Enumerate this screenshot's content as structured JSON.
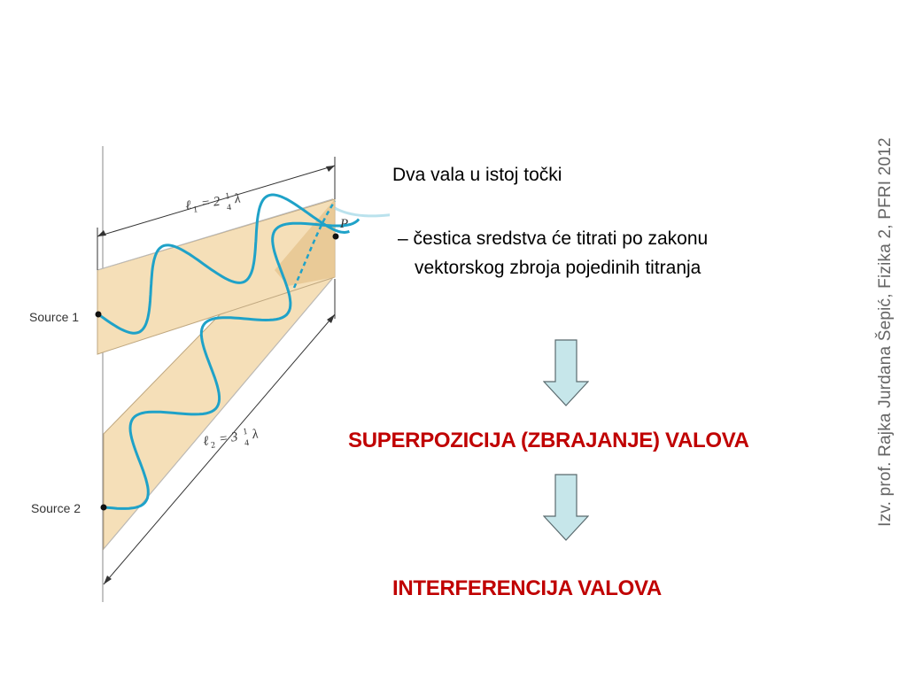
{
  "figure": {
    "l1_label": "ℓ",
    "l1_sub": "1",
    "l1_eq": "= 2",
    "l1_frac_num": "1",
    "l1_frac_den": "4",
    "l1_lambda": "λ",
    "l2_label": "ℓ",
    "l2_sub": "2",
    "l2_eq": "= 3",
    "l2_frac_num": "1",
    "l2_frac_den": "4",
    "l2_lambda": "λ",
    "point_label": "P",
    "source1_label": "Source 1",
    "source2_label": "Source 2",
    "colors": {
      "wave": "#1fa2c8",
      "band": "#f5dfb8",
      "band_edge": "#bfa77f",
      "arrow_fill": "#c6e6ea"
    }
  },
  "text": {
    "heading": "Dva vala u istoj točki",
    "bullet1": "– čestica sredstva će titrati po zakonu",
    "bullet2": "vektorskog zbroja pojedinih titranja",
    "superposition": "SUPERPOZICIJA (ZBRAJANJE)  VALOVA",
    "interference": "INTERFERENCIJA  VALOVA",
    "credit": "Izv. prof. Rajka Jurdana Šepić, Fizika 2, PFRI 2012"
  },
  "colors": {
    "title_red": "#c00000",
    "credit_gray": "#666666"
  }
}
